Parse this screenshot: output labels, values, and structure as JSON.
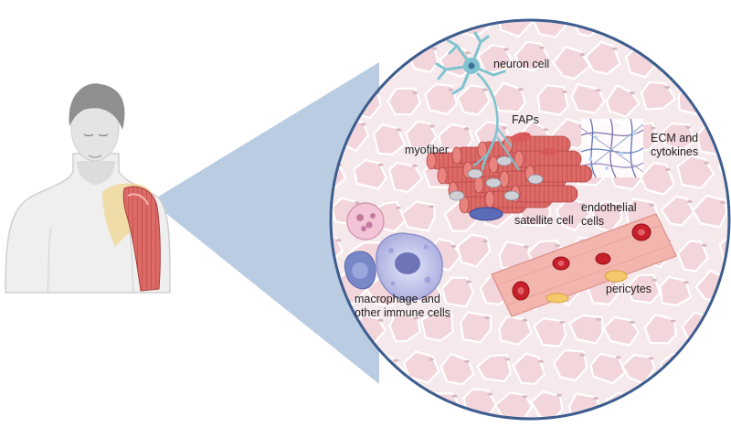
{
  "labels": {
    "neuron": "neuron cell",
    "faps": "FAPs",
    "myofiber": "myofiber",
    "ecm_line1": "ECM and",
    "ecm_line2": "cytokines",
    "satellite": "satellite cell",
    "endothelial_line1": "endothelial",
    "endothelial_line2": "cells",
    "macrophage_line1": "macrophage and",
    "macrophage_line2": "other immune cells",
    "pericytes": "pericytes"
  },
  "icons": {
    "human": "human-figure-icon",
    "shoulder_muscle": "deltoid-muscle-icon",
    "neuron": "neuron-icon",
    "myofiber": "myofiber-bundle-icon",
    "ecm": "ecm-mesh-icon",
    "vessel": "blood-vessel-icon",
    "macrophage": "macrophage-icon",
    "immune_cell": "immune-cell-icon"
  },
  "colors": {
    "circle_border": "#3c5d8e",
    "zoom_cone": "#b6c9e0",
    "tissue_bg": "#f6e9ec",
    "cell_fill": "#f3d6dc",
    "muscle_red": "#d75a5a",
    "vessel_fill": "#f3b6ae",
    "rbc": "#c8202a",
    "neuron": "#7fc3d1",
    "satellite": "#5b6bb8",
    "pericyte": "#f3c96b",
    "macrophage": "#b4b6e6",
    "immune": "#7787c8"
  }
}
